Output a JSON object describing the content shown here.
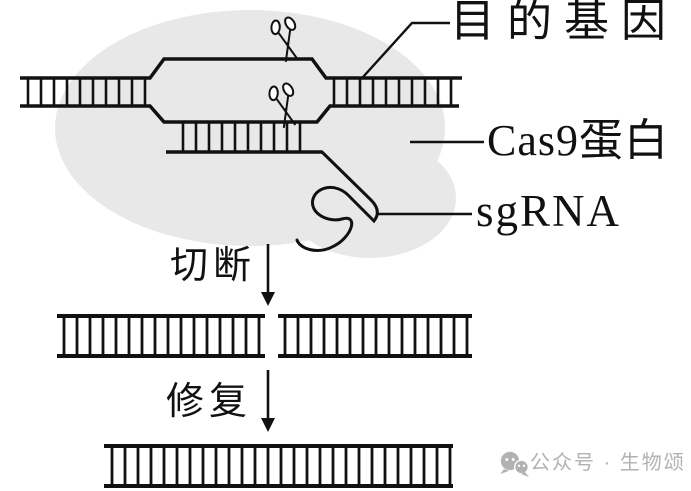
{
  "diagram": {
    "labels": {
      "target_gene": "目的基因",
      "cas9_protein": "Cas9蛋白",
      "sgRNA": "sgRNA",
      "step_cut": "切断",
      "step_repair": "修复"
    },
    "icons": {
      "scissors": "scissors-icon",
      "wechat": "wechat-icon"
    },
    "colors": {
      "background": "#ffffff",
      "blob": "#e8e8e8",
      "stroke": "#111111",
      "watermark": "#b2b2b2"
    }
  },
  "watermark": {
    "text": "公众号 · 生物颂"
  }
}
